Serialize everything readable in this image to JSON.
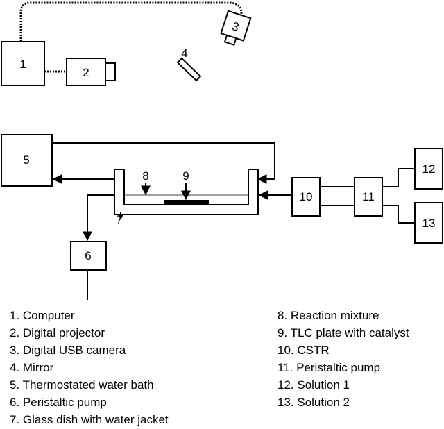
{
  "components": {
    "computer": "1",
    "projector": "2",
    "camera": "3",
    "mirror": "4",
    "water_bath": "5",
    "pump_left": "6",
    "glass_dish": "7",
    "reaction_mixture": "8",
    "tlc_plate": "9",
    "cstr": "10",
    "pump_right": "11",
    "solution1": "12",
    "solution2": "13"
  },
  "legend_left": [
    "1. Computer",
    "2. Digital projector",
    "3. Digital USB camera",
    "4. Mirror",
    "5. Thermostated water bath",
    "6. Peristaltic pump",
    "7. Glass dish with water jacket"
  ],
  "legend_right": [
    "8. Reaction mixture",
    "9. TLC plate with catalyst",
    "10. CSTR",
    "11. Peristaltic pump",
    "12. Solution 1",
    "13. Solution 2"
  ]
}
